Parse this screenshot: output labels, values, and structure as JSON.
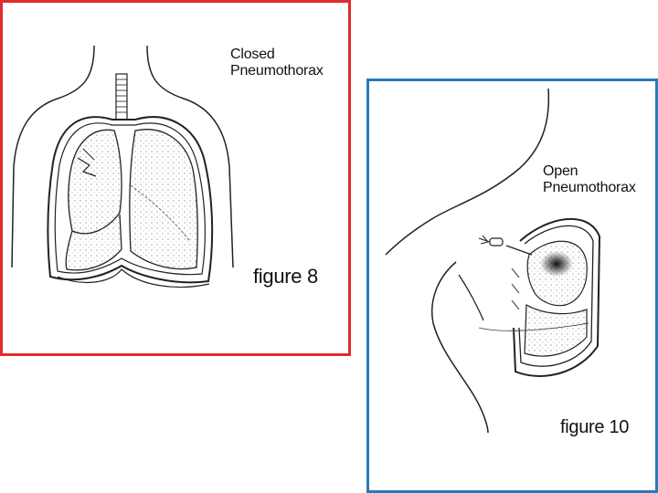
{
  "figure8": {
    "title_line1": "Closed",
    "title_line2": "Pneumothorax",
    "caption": "figure 8",
    "border_color": "#e02b2b"
  },
  "figure10": {
    "title_line1": "Open",
    "title_line2": "Pneumothorax",
    "caption": "figure 10",
    "border_color": "#2a79b8"
  }
}
